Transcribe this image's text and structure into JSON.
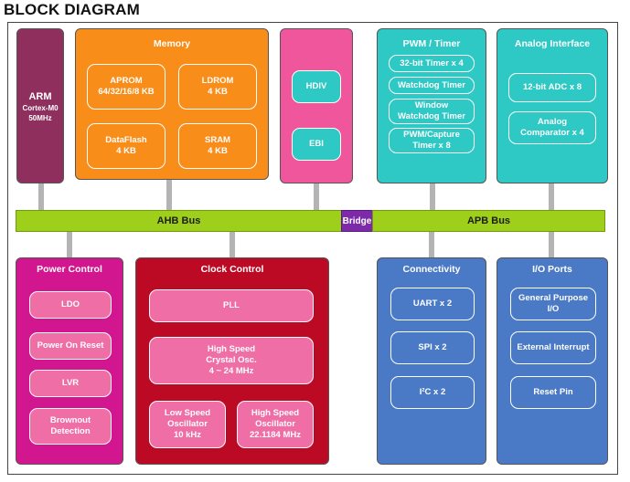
{
  "title": "BLOCK DIAGRAM",
  "arm": {
    "line1": "ARM",
    "line2": "Cortex-M0",
    "line3": "50MHz"
  },
  "memory": {
    "title": "Memory",
    "items": [
      "APROM\n64/32/16/8 KB",
      "LDROM\n4 KB",
      "DataFlash\n4 KB",
      "SRAM\n4 KB"
    ]
  },
  "hdiv_ebi": {
    "items": [
      "HDIV",
      "EBI"
    ]
  },
  "pwm_timer": {
    "title": "PWM / Timer",
    "items": [
      "32-bit Timer x 4",
      "Watchdog Timer",
      "Window\nWatchdog Timer",
      "PWM/Capture\nTimer x 8"
    ]
  },
  "analog": {
    "title": "Analog Interface",
    "items": [
      "12-bit ADC x 8",
      "Analog\nComparator x 4"
    ]
  },
  "bus": {
    "ahb": "AHB Bus",
    "bridge": "Bridge",
    "apb": "APB Bus"
  },
  "power": {
    "title": "Power Control",
    "items": [
      "LDO",
      "Power On Reset",
      "LVR",
      "Brownout\nDetection"
    ]
  },
  "clock": {
    "title": "Clock Control",
    "items": [
      "PLL",
      "High Speed\nCrystal Osc.\n4 ~ 24 MHz",
      "Low Speed\nOscillator\n10 kHz",
      "High Speed\nOscillator\n22.1184 MHz"
    ]
  },
  "connectivity": {
    "title": "Connectivity",
    "items": [
      "UART x 2",
      "SPI x 2",
      "I²C x 2"
    ]
  },
  "io": {
    "title": "I/O Ports",
    "items": [
      "General Purpose\nI/O",
      "External Interrupt",
      "Reset Pin"
    ]
  },
  "colors": {
    "arm": "#8e2f5e",
    "memory": "#f98d1a",
    "hdiv": "#f0569b",
    "pwm": "#2ec9c4",
    "power": "#d1168f",
    "clock": "#bd0a24",
    "clock_sub": "#f06ea6",
    "io": "#4a79c6",
    "bus": "#9ecf1b",
    "bridge": "#7d2aa8"
  }
}
